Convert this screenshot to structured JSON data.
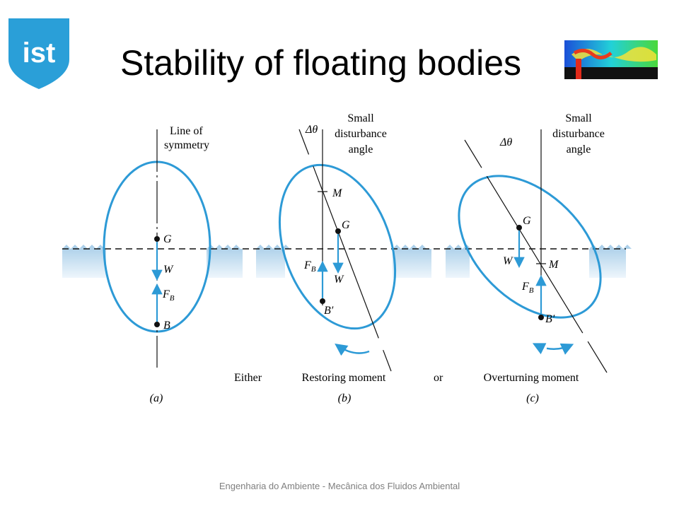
{
  "title": "Stability of floating bodies",
  "footer": "Engenharia do Ambiente - Mecânica dos Fluidos Ambiental",
  "logo": {
    "name": "ist-logo",
    "text": "IST",
    "color": "#2a9fd8"
  },
  "colors": {
    "body": "#2d9ad6",
    "water_top": "#a7cde8",
    "water_bottom": "#e9f3fb",
    "ink": "#111111"
  },
  "panels": {
    "a": {
      "caption": "(a)",
      "axis_label": [
        "Line of",
        "symmetry"
      ],
      "G": "G",
      "B": "B",
      "W": "W",
      "FB": "F",
      "FB_sub": "B"
    },
    "b": {
      "caption": "(b)",
      "angle_label": [
        "Small",
        "disturbance",
        "angle"
      ],
      "dtheta": "Δθ",
      "M": "M",
      "G": "G",
      "B": "B′",
      "W": "W",
      "FB": "F",
      "FB_sub": "B",
      "moment": "Restoring moment"
    },
    "c": {
      "caption": "(c)",
      "angle_label": [
        "Small",
        "disturbance",
        "angle"
      ],
      "dtheta": "Δθ",
      "M": "M",
      "G": "G",
      "B": "B′",
      "W": "W",
      "FB": "F",
      "FB_sub": "B",
      "moment": "Overturning moment"
    }
  },
  "words": {
    "either": "Either",
    "or": "or"
  }
}
